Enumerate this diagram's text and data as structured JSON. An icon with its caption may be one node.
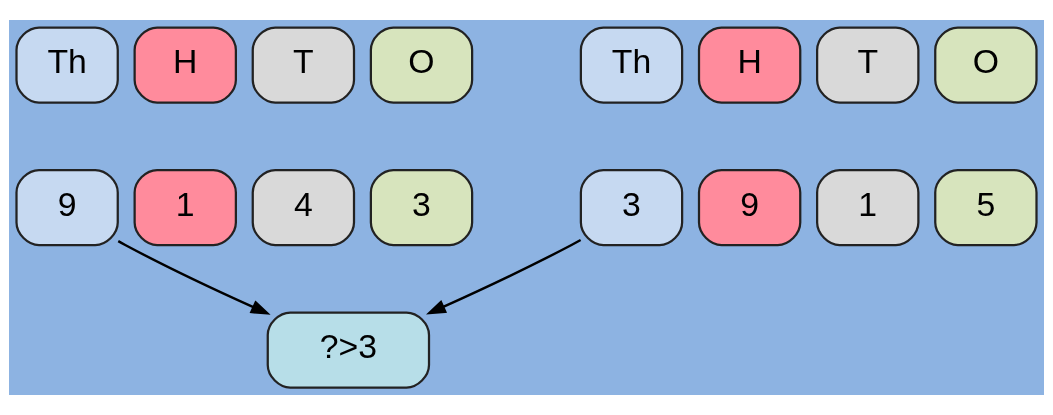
{
  "diagram": {
    "nodes": [
      {
        "text": [
          "Th"
        ]
      },
      {
        "text": [
          "H"
        ]
      },
      {
        "text": [
          "T"
        ]
      },
      {
        "text": [
          "O"
        ]
      },
      {
        "text": [
          "9"
        ]
      },
      {
        "text": [
          "1"
        ]
      },
      {
        "text": [
          "4"
        ]
      },
      {
        "text": [
          "3"
        ]
      },
      {
        "text": [
          "Th"
        ]
      },
      {
        "text": [
          "H"
        ]
      },
      {
        "text": [
          "T"
        ]
      },
      {
        "text": [
          "O"
        ]
      },
      {
        "text": [
          "3"
        ]
      },
      {
        "text": [
          "9"
        ]
      },
      {
        "text": [
          "1"
        ]
      },
      {
        "text": [
          "5"
        ]
      },
      {
        "text": [
          "?>3"
        ]
      }
    ],
    "edges": [
      {
        "from": 4,
        "to": 16,
        "arrow": "to"
      },
      {
        "from": 12,
        "to": 16,
        "arrow": "to"
      }
    ]
  }
}
